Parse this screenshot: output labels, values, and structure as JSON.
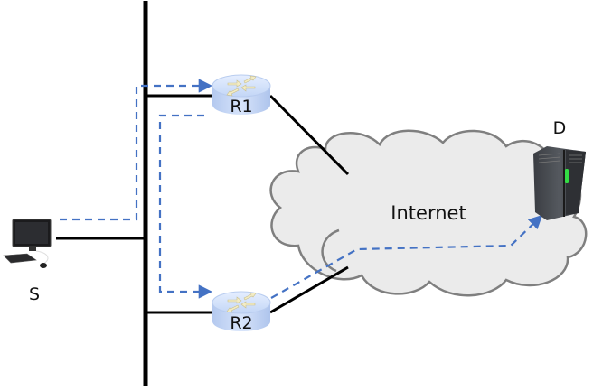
{
  "diagram": {
    "title": "",
    "nodes": {
      "source": {
        "label": "S",
        "type": "desktop-computer"
      },
      "router1": {
        "label": "R1",
        "type": "router"
      },
      "router2": {
        "label": "R2",
        "type": "router"
      },
      "destination": {
        "label": "D",
        "type": "server"
      },
      "internet": {
        "label": "Internet",
        "type": "cloud"
      }
    },
    "links": [
      {
        "from": "S",
        "to": "LAN bus",
        "style": "solid"
      },
      {
        "from": "LAN bus",
        "to": "R1",
        "style": "solid"
      },
      {
        "from": "LAN bus",
        "to": "R2",
        "style": "solid"
      },
      {
        "from": "R1",
        "to": "Internet",
        "style": "solid"
      },
      {
        "from": "R2",
        "to": "Internet",
        "style": "solid"
      }
    ],
    "flows": [
      {
        "path": [
          "S",
          "R1"
        ],
        "style": "dashed",
        "arrow": true
      },
      {
        "path": [
          "R1",
          "R2"
        ],
        "style": "dashed",
        "arrow": true
      },
      {
        "path": [
          "R2",
          "Internet",
          "D"
        ],
        "style": "dashed",
        "arrow": true
      }
    ],
    "colors": {
      "flow": "#4472c4",
      "link": "#000000",
      "cloud_fill": "#ebebeb",
      "cloud_stroke": "#7f7f7f",
      "router_fill": "#c6d9f7",
      "server_led": "#33dd44"
    }
  }
}
